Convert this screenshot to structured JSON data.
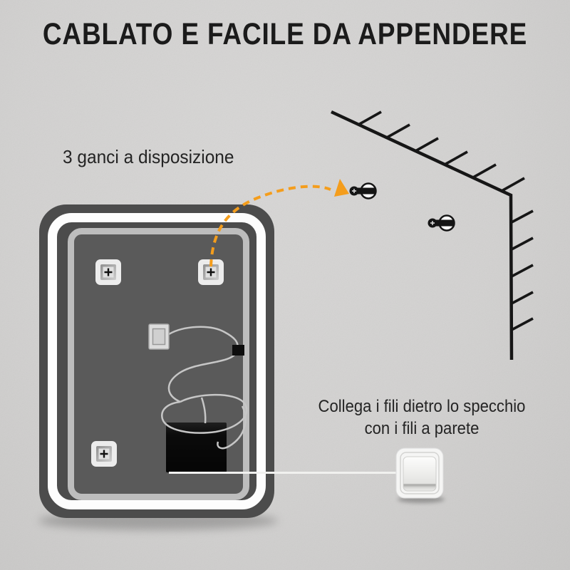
{
  "title": "CABLATO E FACILE DA APPENDERE",
  "labels": {
    "hooks": "3 ganci a disposizione",
    "wiring_line1": "Collega i fili dietro lo specchio",
    "wiring_line2": "con i fili a parete"
  },
  "colors": {
    "background": "#d2d1d0",
    "accent_orange": "#f49d1c",
    "frame_dark": "#4c4c4c",
    "panel_gray": "#5a5a5a",
    "border_strip": "#bdbdbd",
    "led_ring_white": "#fdfdfd",
    "ink_black": "#161616",
    "wire_gray": "#c6c6c6",
    "power_box_black": "#0d0d0d",
    "switch_plate": "#f5f5f4"
  },
  "icons": {
    "arrow": "dashed-curved-arrow-icon",
    "arrowhead": "triangle-arrowhead-icon",
    "wall": "wall-corner-hatch-icon",
    "screw": "screw-anchor-icon",
    "hook": "hook-plate-icon",
    "junction": "junction-plate-icon",
    "side_connector": "side-connector-icon",
    "power_box": "power-box-icon",
    "switch": "light-switch-icon"
  }
}
